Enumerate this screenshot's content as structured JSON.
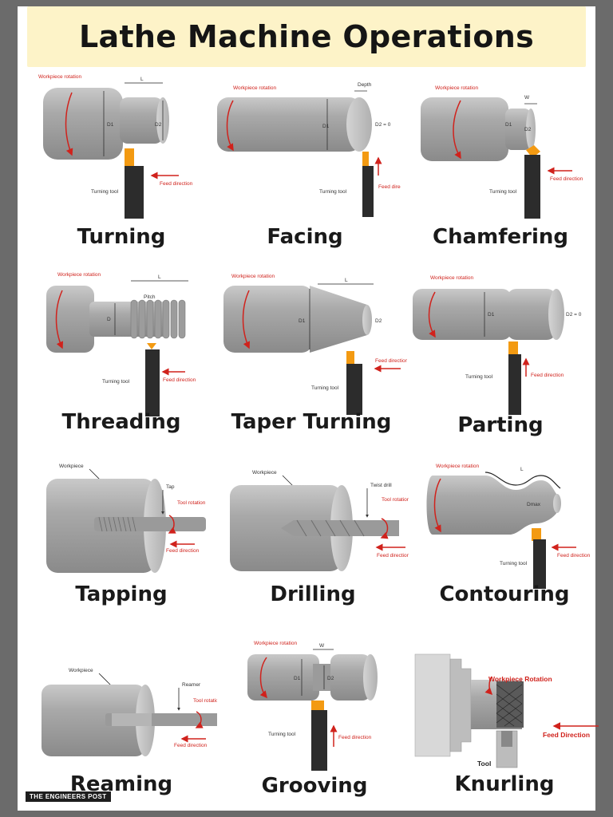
{
  "title": "Lathe Machine Operations",
  "brand": "THE ENGINEERS POST",
  "labels": {
    "workpiece_rotation": "Workpiece rotation",
    "turning_tool": "Turning tool",
    "feed_direction": "Feed direction",
    "workpiece": "Workpiece",
    "tap": "Tap",
    "tool_rotation": "Tool rotation",
    "twist_drill": "Twist drill",
    "reamer": "Reamer",
    "workpiece_rotation_cap": "Workpiece Rotation",
    "feed_direction_cap": "Feed Direction",
    "tool": "Tool",
    "depth": "Depth",
    "pitch": "Pitch",
    "L": "L",
    "W": "W",
    "D": "D",
    "D1": "D1",
    "D2": "D2",
    "D2_zero": "D2 = 0",
    "Dmax": "Dmax"
  },
  "operations": [
    {
      "name": "Turning"
    },
    {
      "name": "Facing"
    },
    {
      "name": "Chamfering"
    },
    {
      "name": "Threading"
    },
    {
      "name": "Taper Turning"
    },
    {
      "name": "Parting"
    },
    {
      "name": "Tapping"
    },
    {
      "name": "Drilling"
    },
    {
      "name": "Contouring"
    },
    {
      "name": "Reaming"
    },
    {
      "name": "Grooving"
    },
    {
      "name": "Knurling"
    }
  ]
}
